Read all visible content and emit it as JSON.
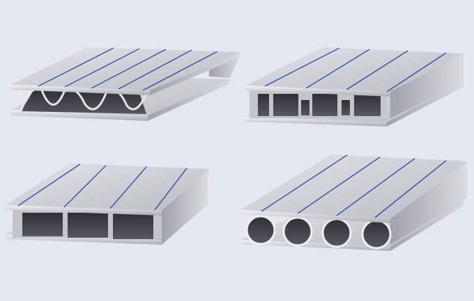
{
  "scene": {
    "background_color": "#e4e8ef",
    "metal_color": "#c9ccd1",
    "cavity_color": "#3a3d42",
    "seam_color": "#1f3a9e",
    "panels": [
      {
        "profile": "corrugated-web"
      },
      {
        "profile": "rectangular-cells"
      },
      {
        "profile": "large-rectangular-cells"
      },
      {
        "profile": "round-tubes"
      }
    ]
  }
}
